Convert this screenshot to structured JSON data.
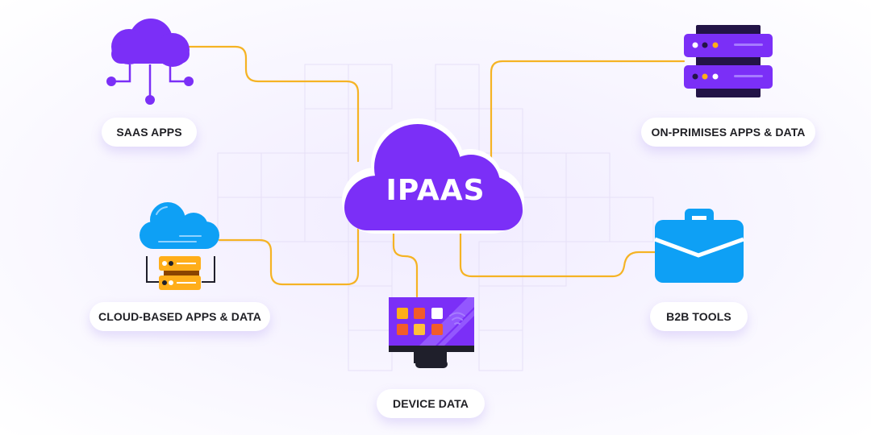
{
  "diagram": {
    "center": {
      "label": "IPAAS",
      "icon": "cloud-icon",
      "color": "#7b2ff7"
    },
    "nodes": [
      {
        "id": "saas",
        "label": "SAAS APPS",
        "icon": "cloud-network-icon"
      },
      {
        "id": "on_premises",
        "label": "ON-PRIMISES APPS & DATA",
        "icon": "server-icon"
      },
      {
        "id": "cloud_based",
        "label": "CLOUD-BASED APPS & DATA",
        "icon": "cloud-server-icon"
      },
      {
        "id": "device",
        "label": "DEVICE DATA",
        "icon": "monitor-icon"
      },
      {
        "id": "b2b",
        "label": "B2B TOOLS",
        "icon": "briefcase-icon"
      }
    ],
    "colors": {
      "purple": "#7b2ff7",
      "connector": "#f5b324",
      "blue": "#0ea0f5",
      "orange": "#ffae1a",
      "dark": "#1f1f2b",
      "server_body": "#231447"
    }
  }
}
